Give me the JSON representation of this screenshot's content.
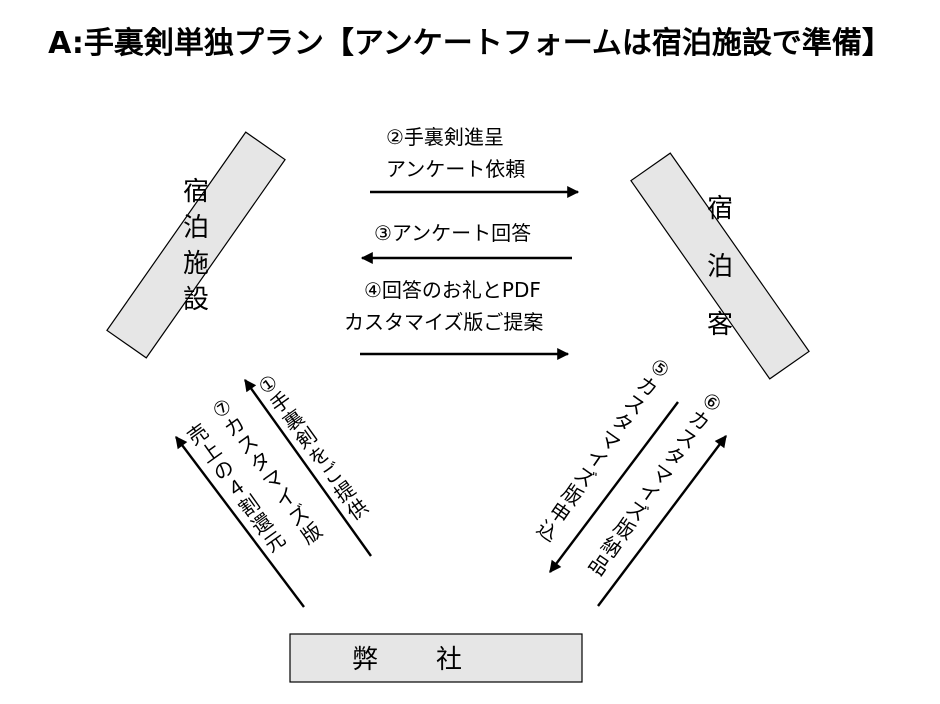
{
  "title": "A:手裏剣単独プラン【アンケートフォームは宿泊施設で準備】",
  "nodes": {
    "facility": "宿泊施設",
    "guest": "宿泊客",
    "company": "弊社"
  },
  "flows": {
    "step2_line1": "②手裏剣進呈",
    "step2_line2": "アンケート依頼",
    "step3": "③アンケート回答",
    "step4_line1": "④回答のお礼とPDF",
    "step4_line2": "カスタマイズ版ご提案",
    "step1": "①手裏剣をご提供",
    "step7_line1": "⑦カスタマイズ版",
    "step7_line2": "売上の４割還元",
    "step5": "⑤カスタマイズ版申込",
    "step6": "⑥カスタマイズ版納品"
  },
  "colors": {
    "box_fill": "#e6e6e6",
    "box_stroke": "#000000",
    "arrow": "#000000"
  }
}
